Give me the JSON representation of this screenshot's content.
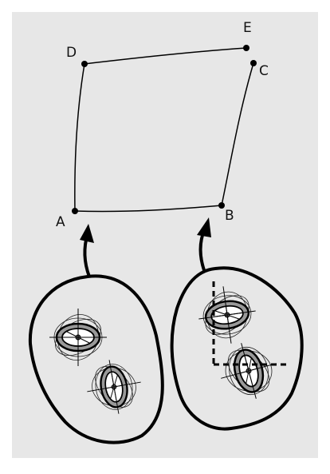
{
  "colors": {
    "background": "#ffffff",
    "panel": "#e7e7e7",
    "ink": "#000000",
    "widget_fill": "#999999"
  },
  "points": [
    {
      "id": "D",
      "label": "D"
    },
    {
      "id": "E",
      "label": "E"
    },
    {
      "id": "C",
      "label": "C"
    },
    {
      "id": "A",
      "label": "A"
    },
    {
      "id": "B",
      "label": "B"
    }
  ],
  "blobs": [
    {
      "id": "left",
      "widget_count": 2
    },
    {
      "id": "right",
      "widget_count": 2
    }
  ],
  "icons": [
    "gyroscope-widget-icon",
    "curved-arrow-icon"
  ]
}
